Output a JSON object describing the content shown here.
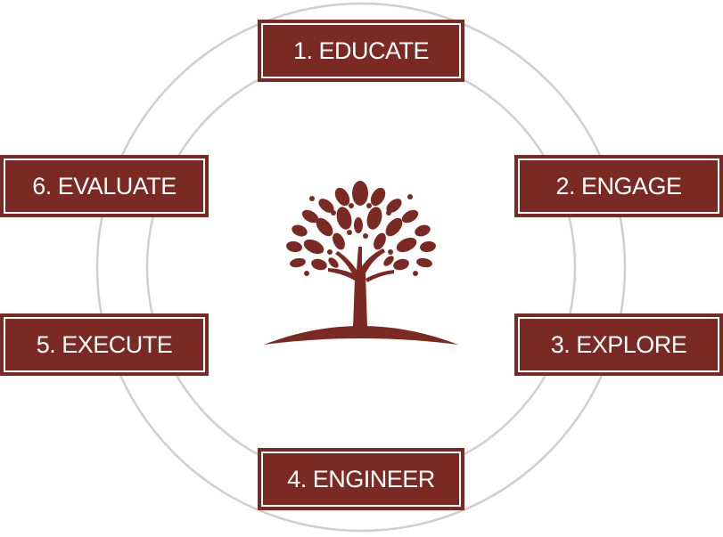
{
  "colors": {
    "accent": "#7a2a22",
    "ring": "#cfcfcf",
    "text_on_accent": "#ffffff"
  },
  "center": {
    "icon": "tree-icon"
  },
  "steps": [
    {
      "label": "1. EDUCATE"
    },
    {
      "label": "2. ENGAGE"
    },
    {
      "label": "3. EXPLORE"
    },
    {
      "label": "4. ENGINEER"
    },
    {
      "label": "5. EXECUTE"
    },
    {
      "label": "6. EVALUATE"
    }
  ]
}
